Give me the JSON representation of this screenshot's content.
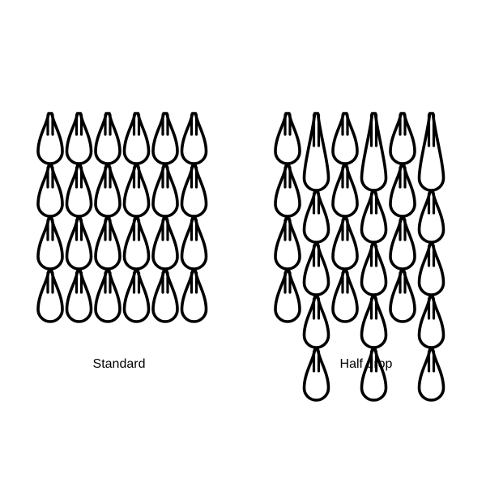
{
  "panels": [
    {
      "id": "standard",
      "caption": "Standard",
      "columns": 6,
      "rows": 4,
      "pattern": "aligned"
    },
    {
      "id": "half-drop",
      "caption": "Half drop",
      "columns": 6,
      "links_per_column": [
        4,
        5,
        4,
        5,
        4,
        5
      ],
      "pattern": "half-drop"
    }
  ],
  "colors": {
    "stroke": "#000000",
    "fill": "#ffffff"
  }
}
